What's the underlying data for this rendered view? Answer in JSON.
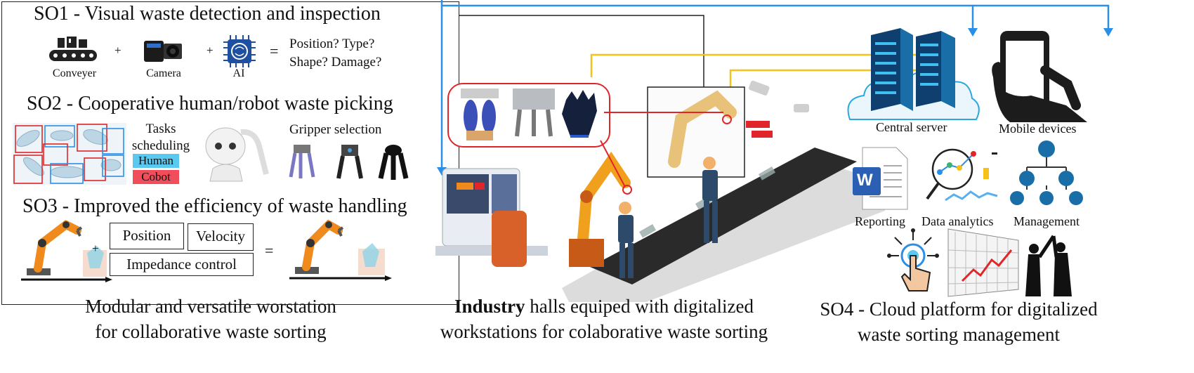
{
  "colors": {
    "blue_arrow": "#2a8fe6",
    "yellow_arrow": "#f6c21a",
    "human_bg": "#5bc8f0",
    "cobot_bg": "#f04e5a",
    "frame_red": "#e0262a",
    "robot_orange": "#f08a1c"
  },
  "so1": {
    "title": "SO1 - Visual waste detection and inspection",
    "conveyer": "Conveyer",
    "camera": "Camera",
    "ai": "AI",
    "plus": "+",
    "equals": "=",
    "questions_line1": "Position? Type?",
    "questions_line2": "Shape? Damage?"
  },
  "so2": {
    "title": "SO2 - Cooperative human/robot waste picking",
    "tasks_line1": "Tasks",
    "tasks_line2": "scheduling",
    "human": "Human",
    "cobot": "Cobot",
    "gripper_selection": "Gripper selection"
  },
  "so3": {
    "title": "SO3 - Improved the efficiency of waste handling",
    "position": "Position",
    "velocity": "Velocity",
    "impedance": "Impedance control",
    "plus": "+",
    "equals": "="
  },
  "captions": {
    "left_line1": "Modular and versatile worstation",
    "left_line2": "for collaborative waste sorting",
    "middle_line1_bold": "Industry",
    "middle_line1_rest": " halls equiped with digitalized",
    "middle_line2": "workstations for colaborative waste sorting",
    "right_line1": "SO4 - Cloud platform for digitalized",
    "right_line2": "waste sorting management"
  },
  "cloud": {
    "central_server": "Central server",
    "mobile_devices": "Mobile devices",
    "reporting": "Reporting",
    "data_analytics": "Data analytics",
    "management": "Management",
    "word_letter": "W"
  },
  "icons": [
    "conveyor-icon",
    "camera-icon",
    "ai-chip-icon",
    "server-rack-icon",
    "smartphone-icon",
    "document-icon",
    "analytics-icon",
    "org-chart-icon",
    "touch-icon",
    "growth-chart-icon",
    "robot-arm-icon",
    "humanoid-robot-icon",
    "gripper-icon",
    "glove-icon",
    "workstation-icon",
    "worker-icon",
    "cctv-icon"
  ]
}
